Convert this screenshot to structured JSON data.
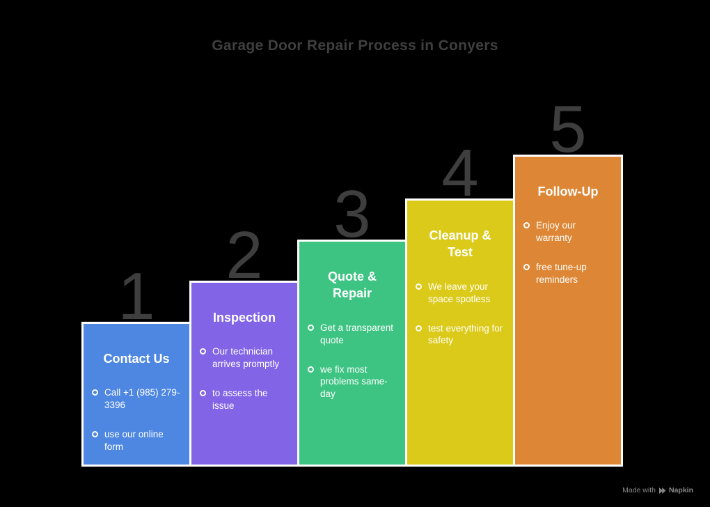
{
  "title": "Garage Door Repair Process in Conyers",
  "steps": [
    {
      "number": "1",
      "title": "Contact Us",
      "color": "#4d87e2",
      "bullets": [
        "Call +1 (985) 279-3396",
        "use our online form"
      ]
    },
    {
      "number": "2",
      "title": "Inspection",
      "color": "#8264e6",
      "bullets": [
        "Our technician arrives promptly",
        "to assess the issue"
      ]
    },
    {
      "number": "3",
      "title": "Quote & Repair",
      "color": "#3dc382",
      "bullets": [
        "Get a transparent quote",
        "we fix most problems same-day"
      ]
    },
    {
      "number": "4",
      "title": "Cleanup & Test",
      "color": "#dbca19",
      "bullets": [
        "We leave your space spotless",
        "test everything for safety"
      ]
    },
    {
      "number": "5",
      "title": "Follow-Up",
      "color": "#dd8736",
      "bullets": [
        "Enjoy our warranty",
        "free tune-up reminders"
      ]
    }
  ],
  "footer": {
    "made_with": "Made with",
    "brand": "Napkin"
  },
  "colors": {
    "background": "#000000",
    "heading_text": "#3f3f3f",
    "step_number_text": "#3e3e3e",
    "card_border": "#ffffff",
    "card_text": "#ffffff",
    "footer_text": "#8a8a8a"
  }
}
